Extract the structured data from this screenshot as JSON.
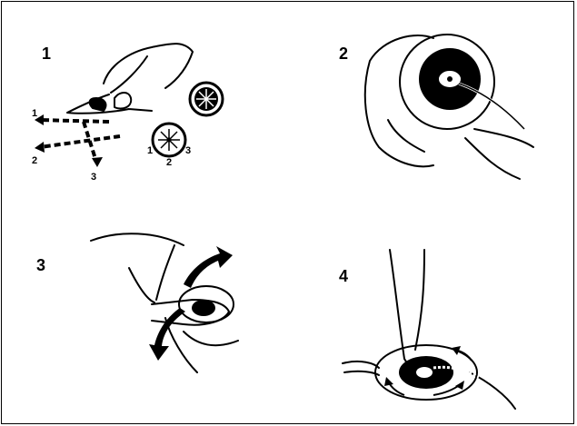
{
  "steps": [
    {
      "number": "1",
      "directions": [
        "1",
        "2",
        "3"
      ],
      "mini_labels": [
        "1",
        "2",
        "3"
      ]
    },
    {
      "number": "2"
    },
    {
      "number": "3"
    },
    {
      "number": "4"
    }
  ],
  "colors": {
    "ink": "#000000",
    "paper": "#ffffff"
  }
}
